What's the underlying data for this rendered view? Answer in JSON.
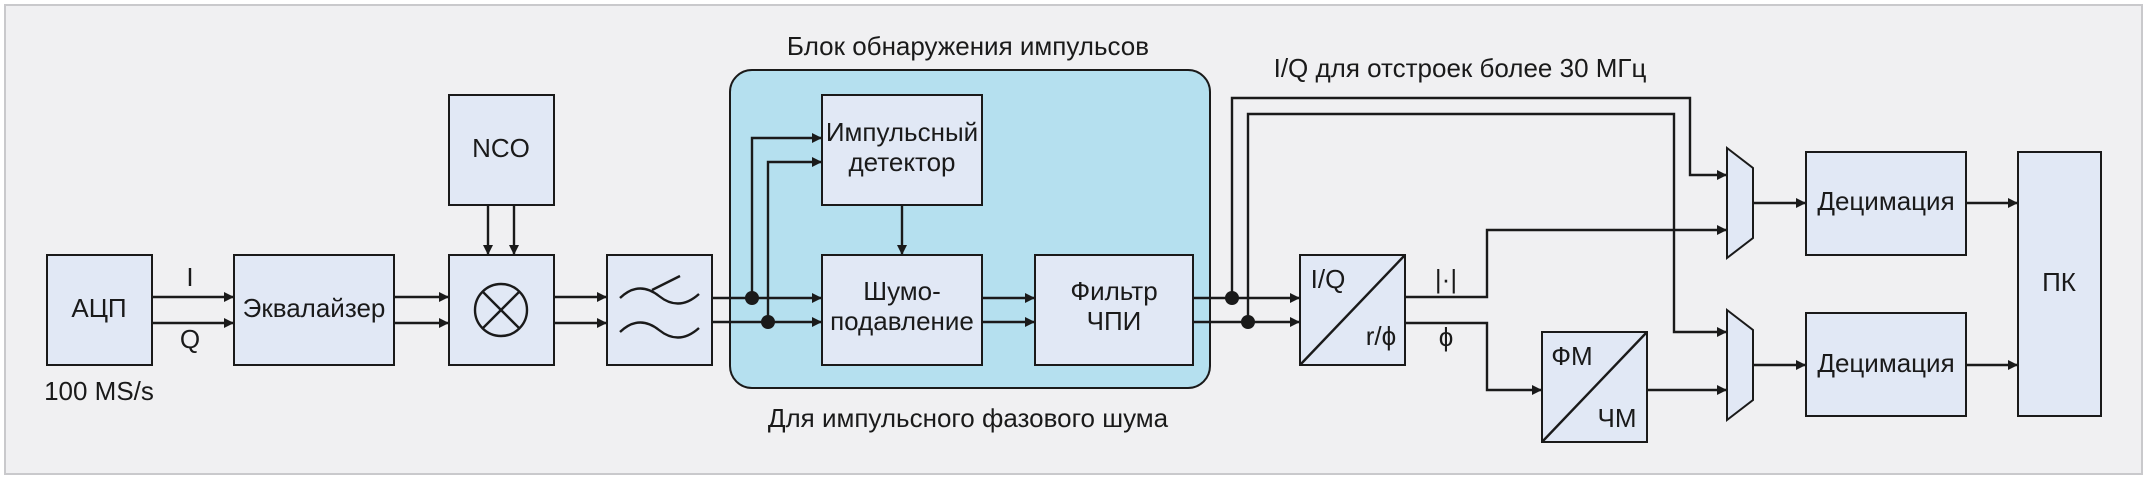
{
  "blocks": {
    "adc": "АЦП",
    "equalizer": "Эквалайзер",
    "nco": "NCO",
    "pulse_detector": [
      "Импульсный",
      "детектор"
    ],
    "noise_suppression": [
      "Шумо-",
      "подавление"
    ],
    "mti_filter": [
      "Фильтр",
      "ЧПИ"
    ],
    "iq_converter_top": "I/Q",
    "iq_converter_bottom": "r/ϕ",
    "pm_fm_top": "ФМ",
    "pm_fm_bottom": "ЧМ",
    "decimation": "Децимация",
    "pc": "ПК"
  },
  "labels": {
    "sample_rate": "100 MS/s",
    "channel_i": "I",
    "channel_q": "Q",
    "group_title": "Блок обнаружения импульсов",
    "group_caption": "Для импульсного фазового шума",
    "iq_bypass": "I/Q для отстроек более 30 МГц",
    "magnitude": "|·|",
    "phase": "ϕ"
  },
  "colors": {
    "group_fill": "#b5e0ef",
    "block_fill": "#e1e8f5",
    "frame_fill": "#f0f0f2",
    "line": "#1a1a1a"
  },
  "icons": [
    "mixer-icon",
    "lowpass-filter-icon",
    "multiplexer-icon",
    "arrowhead-icon",
    "junction-dot-icon"
  ]
}
